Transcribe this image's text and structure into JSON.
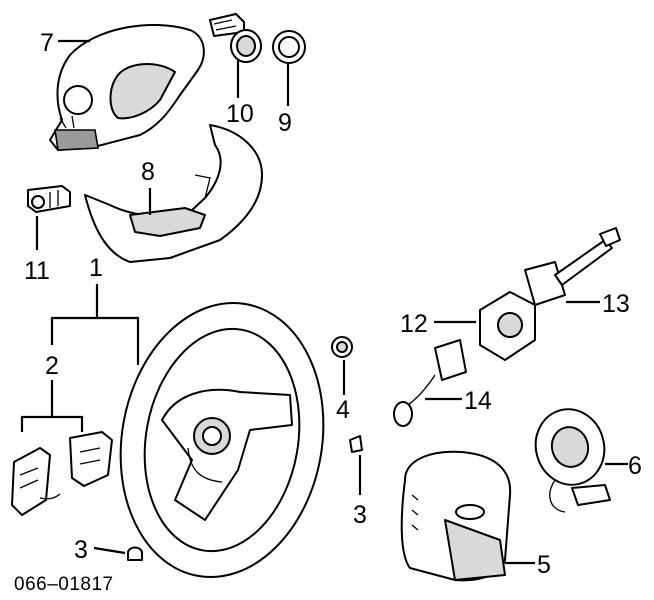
{
  "diagram_id": "066–01817",
  "callouts": {
    "c1": "1",
    "c2": "2",
    "c3a": "3",
    "c3b": "3",
    "c4": "4",
    "c5": "5",
    "c6": "6",
    "c7": "7",
    "c8": "8",
    "c9": "9",
    "c10": "10",
    "c11": "11",
    "c12": "12",
    "c13": "13",
    "c14": "14"
  }
}
